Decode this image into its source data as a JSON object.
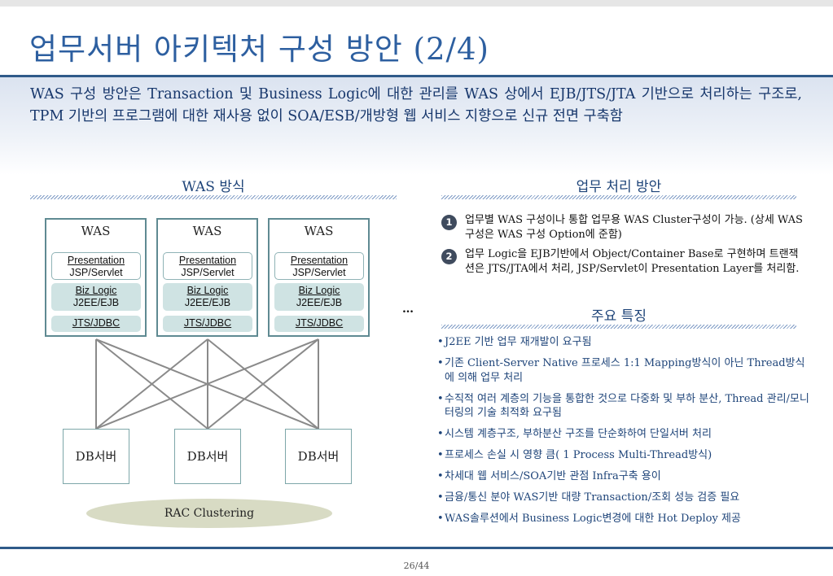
{
  "slide": {
    "title": "업무서버 아키텍처 구성 방안 (2/4)",
    "summary": "WAS 구성 방안은 Transaction 및 Business Logic에 대한 관리를 WAS 상에서 EJB/JTS/JTA 기반으로 처리하는 구조로, TPM 기반의 프로그램에 대한 재사용 없이 SOA/ESB/개방형 웹 서비스 지향으로 신규 전면 구축함",
    "page_number": "26/44"
  },
  "left": {
    "heading": "WAS 방식",
    "servers": [
      {
        "label": "WAS",
        "pres_title": "Presentation",
        "pres_sub": "JSP/Servlet",
        "biz_title": "Biz Logic",
        "biz_sub": "J2EE/EJB",
        "jts": "JTS/JDBC"
      },
      {
        "label": "WAS",
        "pres_title": "Presentation",
        "pres_sub": "JSP/Servlet",
        "biz_title": "Biz Logic",
        "biz_sub": "J2EE/EJB",
        "jts": "JTS/JDBC"
      },
      {
        "label": "WAS",
        "pres_title": "Presentation",
        "pres_sub": "JSP/Servlet",
        "biz_title": "Biz Logic",
        "biz_sub": "J2EE/EJB",
        "jts": "JTS/JDBC"
      }
    ],
    "ellipsis": "…",
    "db_servers": [
      "DB서버",
      "DB서버",
      "DB서버"
    ],
    "cluster": "RAC Clustering"
  },
  "right": {
    "heading": "업무 처리 방안",
    "steps": [
      {
        "num": "1",
        "text": "업무별 WAS 구성이나 통합 업무용 WAS Cluster구성이 가능. (상세 WAS구성은 WAS 구성 Option에 준함)"
      },
      {
        "num": "2",
        "text": "업무 Logic을 EJB기반에서 Object/Container Base로 구현하며 트랜잭션은 JTS/JTA에서 처리, JSP/Servlet이 Presentation Layer를 처리함."
      }
    ],
    "features_heading": "주요 특징",
    "features": [
      "J2EE 기반 업무 재개발이 요구됨",
      "기존 Client-Server Native 프로세스 1:1 Mapping방식이 아닌 Thread방식에 의해 업무 처리",
      "수직적 여러 계층의 기능을 통합한 것으로 다중화 및 부하 분산, Thread 관리/모니터링의 기술 최적화 요구됨",
      "시스템 계층구조, 부하분산 구조를  단순화하여 단일서버 처리",
      "프로세스 손실 시 영향 큼( 1 Process Multi-Thread방식)",
      "차세대 웹 서비스/SOA기반 관점 Infra구축 용이",
      "금융/통신 분야 WAS기반 대량 Transaction/조회 성능 검증 필요",
      "WAS솔루션에서 Business Logic변경에 대한 Hot Deploy 제공"
    ]
  },
  "colors": {
    "title": "#2d5fa0",
    "rule": "#2f5a89",
    "summary_text": "#17376c",
    "box_border": "#5f8a92",
    "tier_fill": "#cfe3e3",
    "cluster_fill": "#d8dbc4"
  }
}
